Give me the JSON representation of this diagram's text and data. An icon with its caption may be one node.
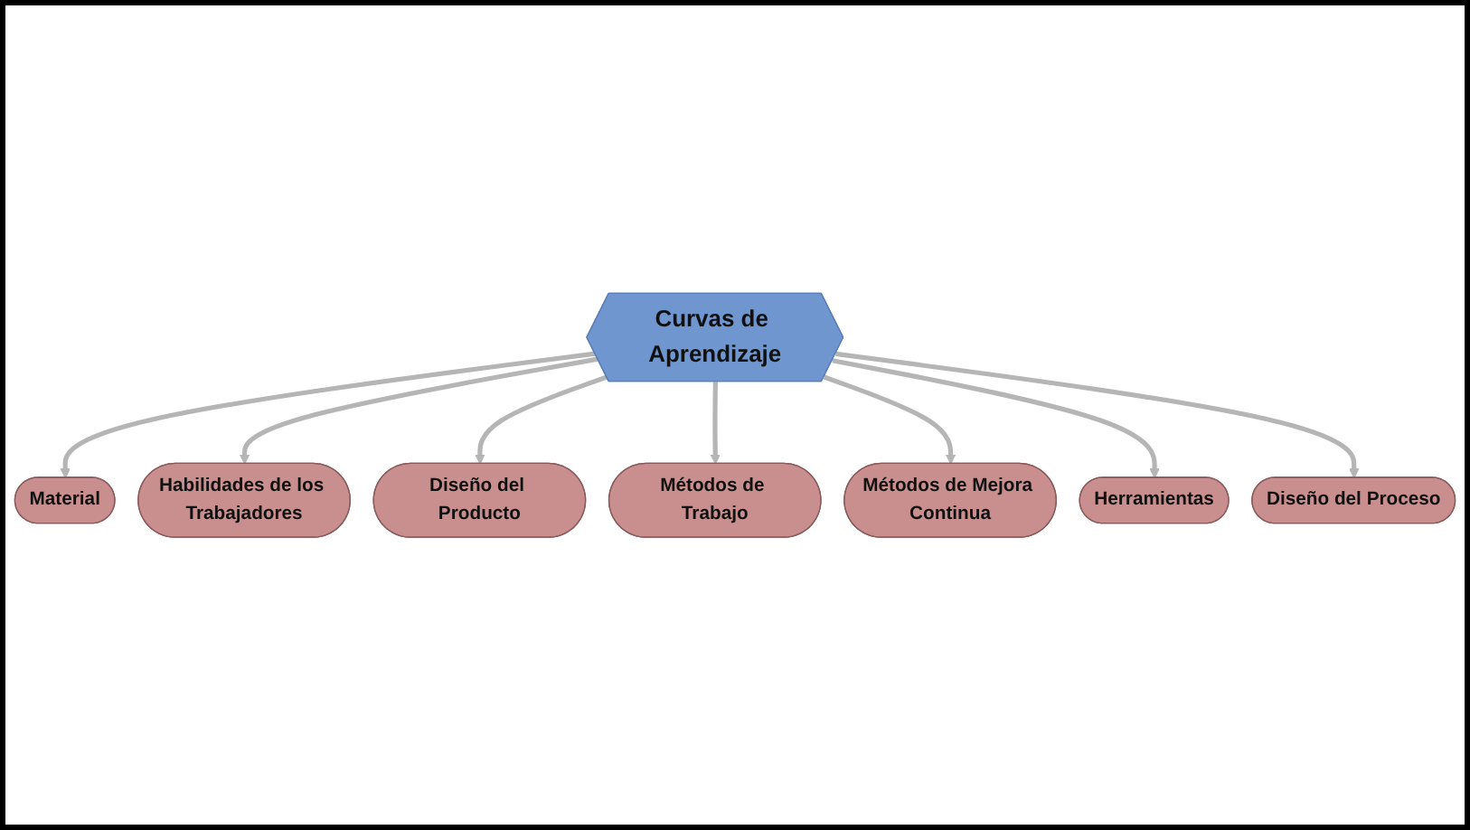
{
  "diagram": {
    "nodes": [
      {
        "text": [
          "Curvas de Aprendizaje"
        ]
      },
      {
        "text": [
          "Material"
        ]
      },
      {
        "text": [
          "Habilidades de los Trabajadores"
        ]
      },
      {
        "text": [
          "Diseño del Producto"
        ]
      },
      {
        "text": [
          "Métodos de Trabajo"
        ]
      },
      {
        "text": [
          "Métodos de Mejora Continua"
        ]
      },
      {
        "text": [
          "Herramientas"
        ]
      },
      {
        "text": [
          "Diseño del Proceso"
        ]
      }
    ],
    "edges": [
      {
        "from": 0,
        "to": 1,
        "arrow": "to"
      },
      {
        "from": 0,
        "to": 2,
        "arrow": "to"
      },
      {
        "from": 0,
        "to": 3,
        "arrow": "to"
      },
      {
        "from": 0,
        "to": 4,
        "arrow": "to"
      },
      {
        "from": 0,
        "to": 5,
        "arrow": "to"
      },
      {
        "from": 0,
        "to": 6,
        "arrow": "to"
      },
      {
        "from": 0,
        "to": 7,
        "arrow": "to"
      }
    ]
  }
}
